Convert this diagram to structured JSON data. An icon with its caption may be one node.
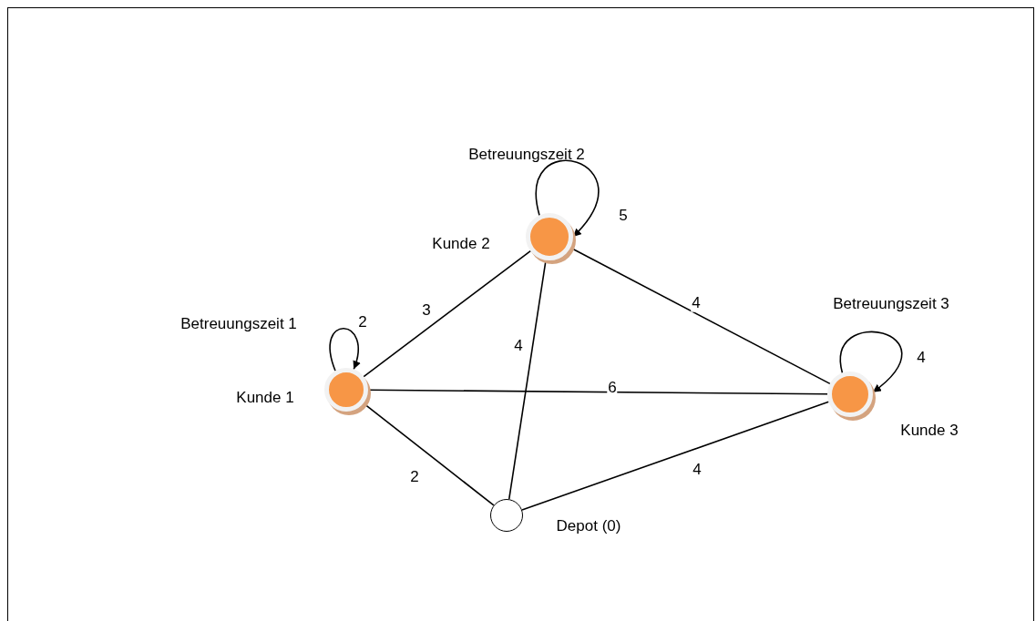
{
  "diagram": {
    "nodes": [
      {
        "text": [],
        "shape": "circle",
        "beside": [
          "Kunde 2",
          "Betreuungszeit 2"
        ]
      },
      {
        "text": [],
        "shape": "circle",
        "beside": [
          "Betreuungszeit 1",
          "Kunde 1"
        ]
      },
      {
        "text": [],
        "shape": "circle",
        "beside": [
          "Betreuungszeit 3",
          "Kunde 3"
        ]
      },
      {
        "text": [],
        "shape": "circle",
        "beside": [
          "Depot (0)"
        ]
      }
    ],
    "edges": [
      {
        "from": 0,
        "to": 0,
        "arrow": "to",
        "label": "5"
      },
      {
        "from": 1,
        "to": 1,
        "arrow": "to",
        "label": "2"
      },
      {
        "from": 0,
        "to": 1,
        "arrow": "none",
        "label": "3"
      },
      {
        "from": 0,
        "to": 2,
        "arrow": "none",
        "label": "4"
      },
      {
        "from": 0,
        "to": 3,
        "arrow": "none",
        "label": "4"
      },
      {
        "from": 2,
        "to": 2,
        "arrow": "to",
        "label": "4"
      },
      {
        "from": 1,
        "to": 2,
        "arrow": "none",
        "label": "6"
      },
      {
        "from": 1,
        "to": 3,
        "arrow": "none",
        "label": "2"
      },
      {
        "from": 2,
        "to": 3,
        "arrow": "none",
        "label": "4"
      }
    ]
  }
}
